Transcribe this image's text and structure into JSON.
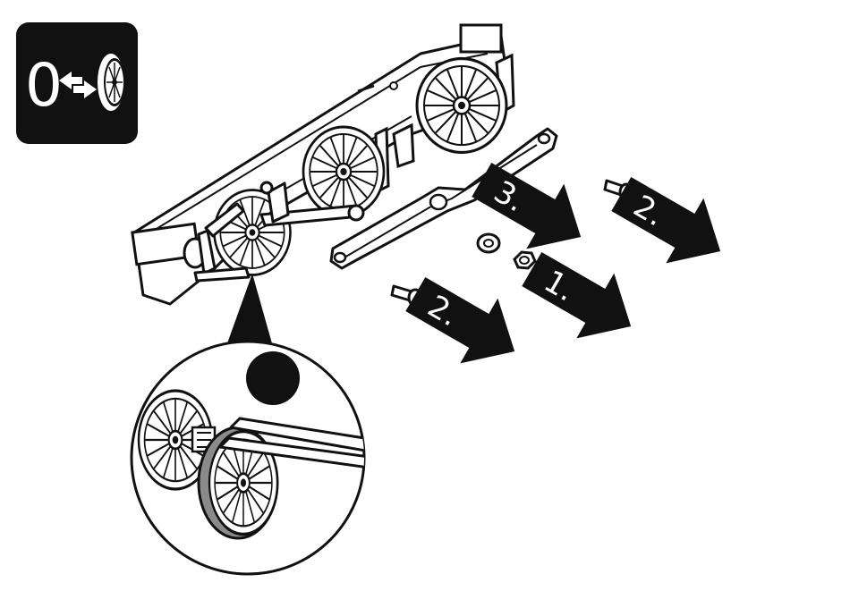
{
  "badge": {
    "label": "0",
    "icon": "wheel-swap-icon",
    "background": "#111111",
    "foreground": "#ffffff"
  },
  "steps": [
    {
      "id": "step-1",
      "label": "1."
    },
    {
      "id": "step-2-upper",
      "label": "2."
    },
    {
      "id": "step-2-lower",
      "label": "2."
    },
    {
      "id": "step-3",
      "label": "3."
    }
  ],
  "parts": {
    "chassis": "locomotive-chassis",
    "coupling_rod": "coupling-rod",
    "screws": "crank-pin-screw",
    "nuts": "crank-pin-nut",
    "detail_view": "wheel-removal-detail",
    "tool": "tweezers",
    "marker": "black-dot-marker"
  },
  "colors": {
    "ink": "#111111",
    "paper": "#ffffff",
    "tire_grey": "#8a8a8a"
  }
}
